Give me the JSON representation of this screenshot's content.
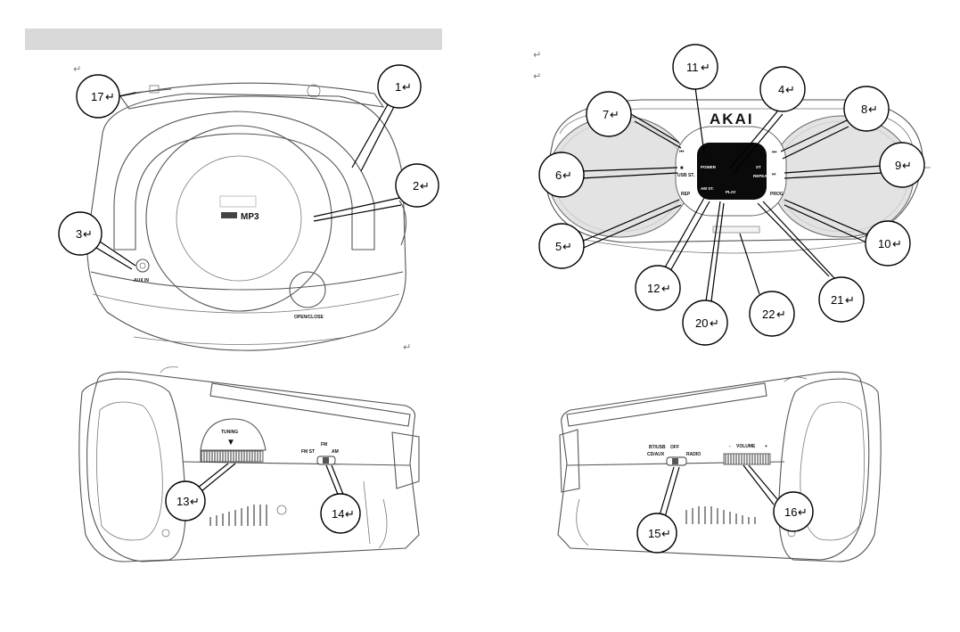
{
  "return_mark": "↵",
  "front_view": {
    "disc_labels": [
      "MP3"
    ],
    "jack_label": "AUX IN",
    "door_label": "OPEN/CLOSE",
    "callouts": [
      "17",
      "1",
      "2",
      "3"
    ]
  },
  "top_view": {
    "brand": "AKAI",
    "panel_labels": [
      "POWER",
      "ST",
      "REPEAT",
      "AM ST.",
      "PLAY",
      "USB ST.",
      "REP",
      "PROG"
    ],
    "callouts": [
      "11",
      "4",
      "7",
      "8",
      "6",
      "9",
      "5",
      "10",
      "12",
      "20",
      "22",
      "21"
    ]
  },
  "left_side_view": {
    "tuning_label": "TUNING",
    "band_label_top": "FM",
    "band_label_left": "FM ST",
    "band_label_right": "AM",
    "callouts": [
      "13",
      "14"
    ]
  },
  "right_side_view": {
    "function_label_top": "BT/USB",
    "function_label_off": "OFF",
    "function_label_left": "CD/AUX",
    "function_label_right": "RADIO",
    "volume_label": "VOLUME",
    "callouts": [
      "15",
      "16"
    ]
  }
}
